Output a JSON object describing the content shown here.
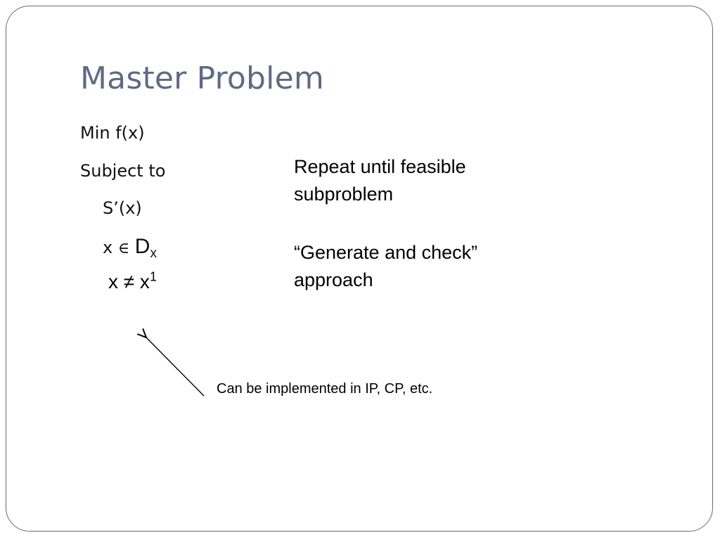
{
  "slide": {
    "title": "Master Problem",
    "objective": "Min f(x)",
    "subject_to": "Subject to",
    "constraint_1": "S’(x)",
    "constraint_2_var": "x",
    "constraint_2_symbol": "∈",
    "constraint_2_set": "D",
    "constraint_2_sub": "x",
    "constraint_3_base": "x ≠ x",
    "constraint_3_sup": "1",
    "note_1_line_1": "Repeat until feasible",
    "note_1_line_2": "subproblem",
    "note_2_line_1": "“Generate and check”",
    "note_2_line_2": "approach",
    "annotation": "Can be implemented in IP, CP, etc."
  }
}
